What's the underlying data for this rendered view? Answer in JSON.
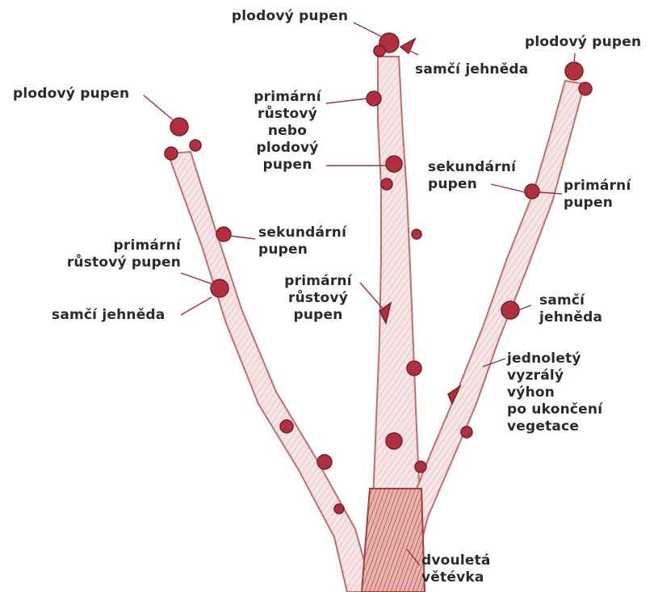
{
  "labels": {
    "top_fruit_bud": "plodový pupen",
    "top_catkin": "samčí jehněda",
    "right_fruit_bud": "plodový pupen",
    "left_fruit_bud": "plodový pupen",
    "center_primary": [
      "primární",
      "růstový",
      "nebo",
      "plodový",
      "pupen"
    ],
    "center_secondary": [
      "sekundární",
      "pupen"
    ],
    "right_primary": [
      "primární",
      "pupen"
    ],
    "left_secondary": [
      "sekundární",
      "pupen"
    ],
    "left_primary_growth": [
      "primární",
      "růstový pupen"
    ],
    "left_catkin": "samčí jehněda",
    "center_primary_growth": [
      "primární",
      "růstový",
      "pupen"
    ],
    "right_catkin": [
      "samčí",
      "jehněda"
    ],
    "annual_shoot": [
      "jednoletý",
      "vyzrálý",
      "výhon",
      "po ukončení",
      "vegetace"
    ],
    "two_year_branch": [
      "dvouletá",
      "větévka"
    ]
  },
  "colors": {
    "bark_fill": "#f6e6e6",
    "bark_edge": "#c26c6c",
    "bud": "#b0313d",
    "bud_dark": "#7c1c26",
    "leader_line": "#a03040",
    "text": "#2a2a2a"
  }
}
